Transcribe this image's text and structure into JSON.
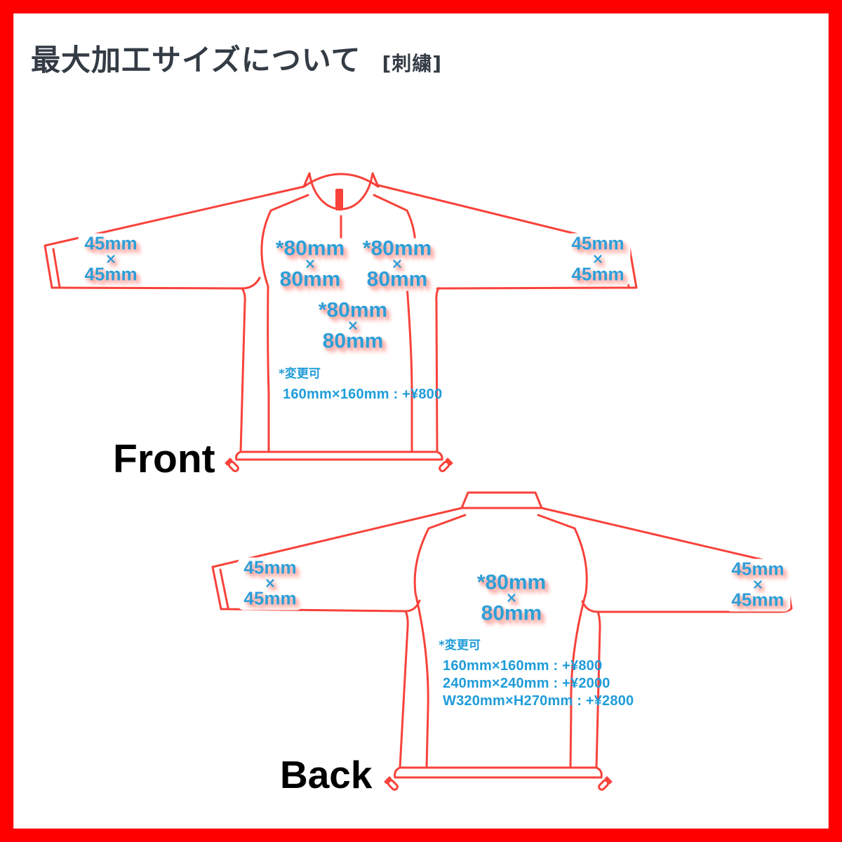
{
  "title": {
    "main": "最大加工サイズについて",
    "tag": "[刺繍]"
  },
  "colors": {
    "frame_red": "#fe0000",
    "outline_red": "#f8423a",
    "label_blue": "#2d9fd8",
    "note_blue": "#1f9cd8",
    "glow_pink": "#ff9d96",
    "title_gray": "#333b44"
  },
  "front": {
    "view_label": "Front",
    "labels": {
      "sleeve_left": {
        "line1": "45mm",
        "times": "×",
        "line2": "45mm"
      },
      "chest_left": {
        "line1": "*80mm",
        "times": "×",
        "line2": "80mm"
      },
      "chest_right": {
        "line1": "*80mm",
        "times": "×",
        "line2": "80mm"
      },
      "center": {
        "line1": "*80mm",
        "times": "×",
        "line2": "80mm"
      },
      "sleeve_right": {
        "line1": "45mm",
        "times": "×",
        "line2": "45mm"
      }
    },
    "note": {
      "heading": "*変更可",
      "lines": [
        "160mm×160mm : +¥800"
      ]
    }
  },
  "back": {
    "view_label": "Back",
    "labels": {
      "sleeve_left": {
        "line1": "45mm",
        "times": "×",
        "line2": "45mm"
      },
      "center": {
        "line1": "*80mm",
        "times": "×",
        "line2": "80mm"
      },
      "sleeve_right": {
        "line1": "45mm",
        "times": "×",
        "line2": "45mm"
      }
    },
    "note": {
      "heading": "*変更可",
      "lines": [
        "160mm×160mm : +¥800",
        "240mm×240mm : +¥2000",
        "W320mm×H270mm : +¥2800"
      ]
    }
  }
}
